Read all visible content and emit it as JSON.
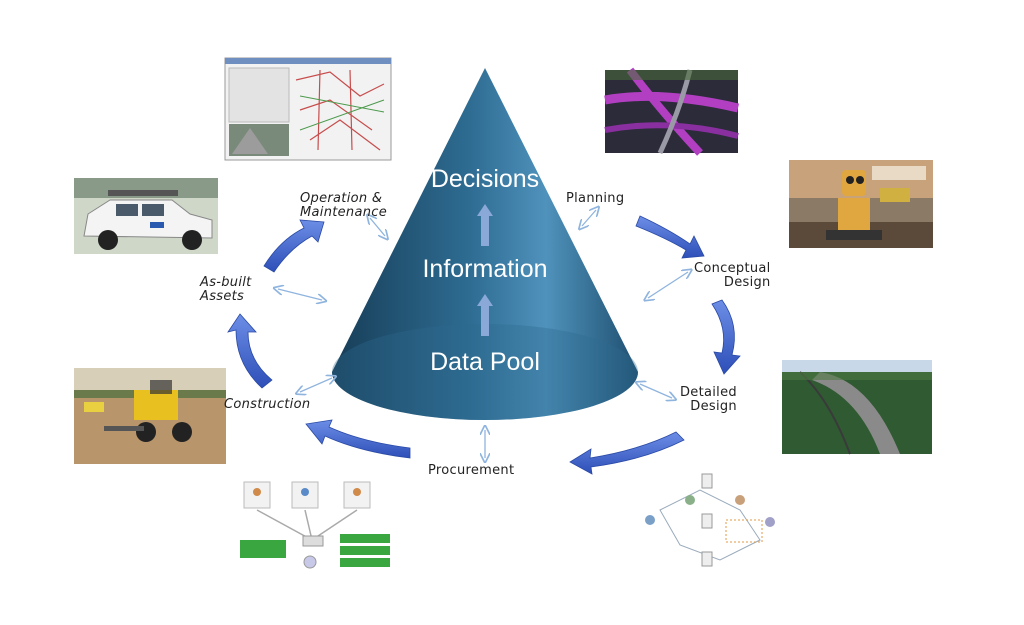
{
  "cone": {
    "top_label": "Decisions",
    "middle_label": "Information",
    "bottom_label": "Data Pool"
  },
  "stages": {
    "planning": "Planning",
    "conceptual_design_1": "Conceptual",
    "conceptual_design_2": "Design",
    "detailed_design_1": "Detailed",
    "detailed_design_2": "Design",
    "procurement": "Procurement",
    "construction": "Construction",
    "as_built_1": "As-built",
    "as_built_2": "Assets",
    "operation_1": "Operation &",
    "operation_2": "Maintenance"
  },
  "colors": {
    "cone_dark": "#1c4966",
    "cone_light": "#5d9ec4",
    "arrow": "#3d62c9",
    "up_arrow": "#8aa8d8",
    "connector": "#8fb4de"
  }
}
